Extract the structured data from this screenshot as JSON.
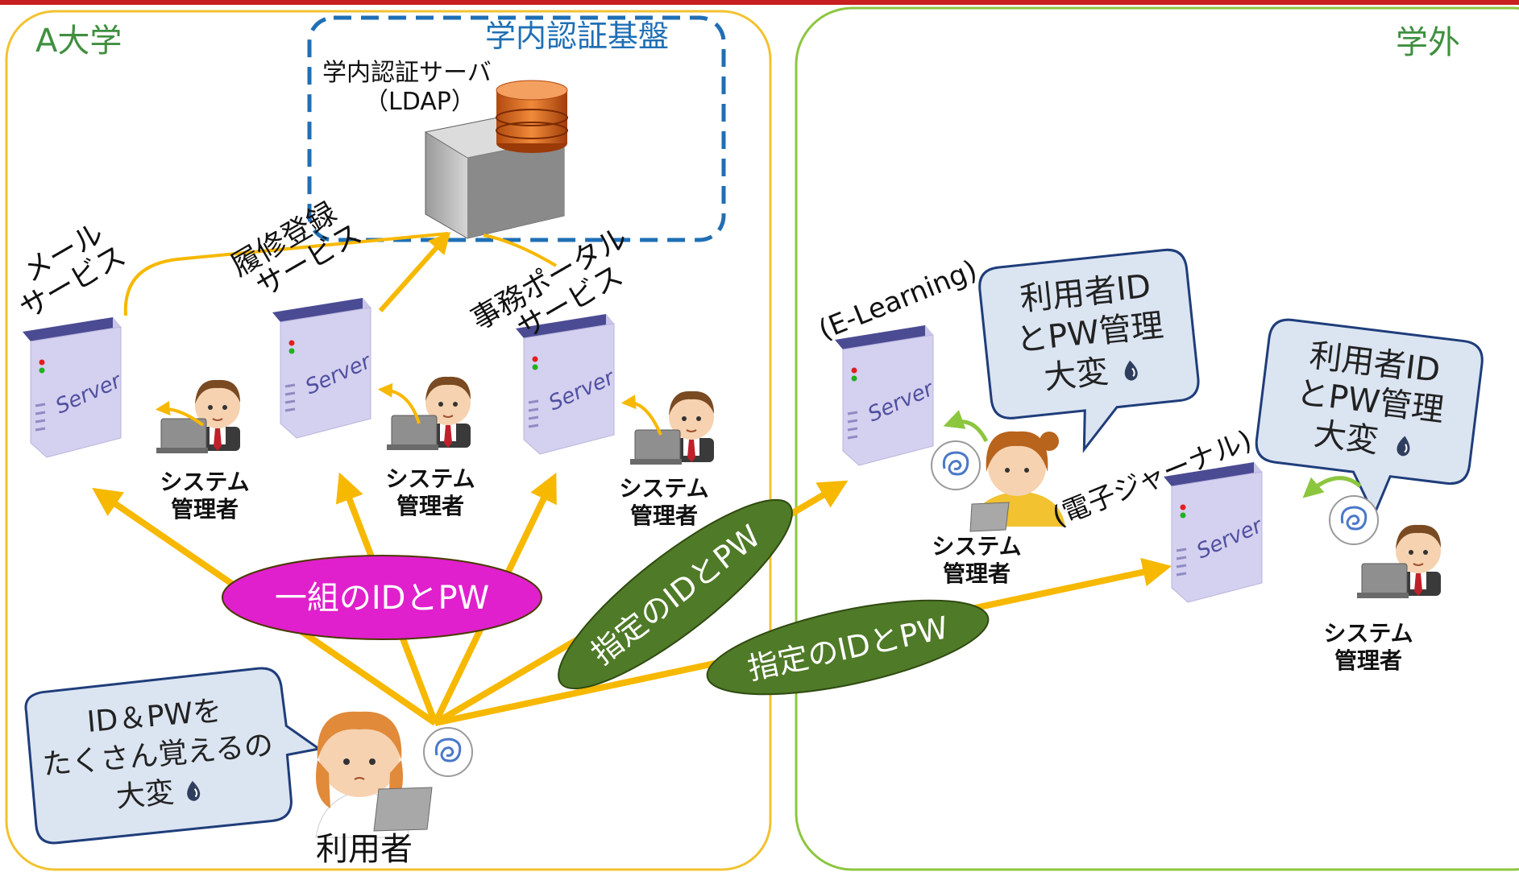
{
  "regions": {
    "campus": {
      "label": "A大学"
    },
    "auth": {
      "label": "学内認証基盤"
    },
    "external": {
      "label": "学外"
    }
  },
  "ldap": {
    "line1": "学内認証サーバ",
    "line2": "（LDAP）"
  },
  "server_word": "Server",
  "services": {
    "mail": {
      "line1": "メール",
      "line2": "サービス"
    },
    "course": {
      "line1": "履修登録",
      "line2": "サービス"
    },
    "office": {
      "line1": "事務ポータル",
      "line2": "サービス"
    },
    "elearning": {
      "line1": "(E-Learning)"
    },
    "journal": {
      "line1": "(電子ジャーナル)"
    }
  },
  "admin": {
    "line1": "システム",
    "line2": "管理者"
  },
  "user": {
    "label": "利用者"
  },
  "bubbles": {
    "user": {
      "line1": "ID＆PWを",
      "line2": "たくさん覚えるの",
      "line3": "大変"
    },
    "elearning": {
      "line1": "利用者ID",
      "line2": "とPW管理",
      "line3": "大変"
    },
    "journal": {
      "line1": "利用者ID",
      "line2": "とPW管理",
      "line3": "大変"
    }
  },
  "labels": {
    "shared": "一組のIDとPW",
    "specified1": "指定のIDとPW",
    "specified2": "指定のIDとPW"
  },
  "colors": {
    "campus_border": "#f2c230",
    "auth_border": "#1f6fb5",
    "external_border": "#8cc63f",
    "arrow": "#f7b800",
    "shared_label_fill": "#e020cc",
    "specified_label_fill": "#4f7a28",
    "bubble_fill": "#dbe4f1",
    "bubble_border": "#1f3d7a",
    "server_face": "#d4d0ef",
    "server_top": "#4b4b93",
    "title_green": "#3f8f3f",
    "auth_blue": "#1f6fb5"
  }
}
